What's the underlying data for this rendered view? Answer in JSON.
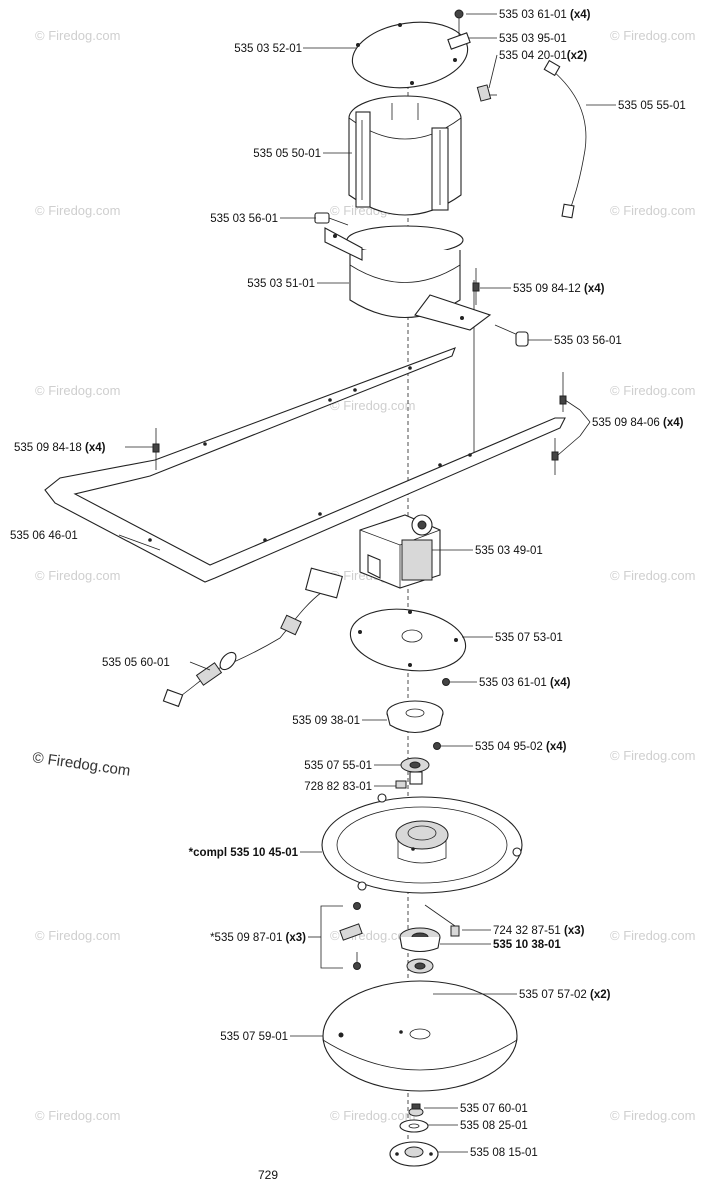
{
  "watermark": "© Firedog.com",
  "page_number": "729",
  "callouts": [
    {
      "id": "c1",
      "num": "535 03 61-01",
      "qty": "(x4)"
    },
    {
      "id": "c2",
      "num": "535 03 52-01",
      "qty": ""
    },
    {
      "id": "c3",
      "num": "535 03 95-01",
      "qty": ""
    },
    {
      "id": "c4",
      "num": "535 04 20-01",
      "qty": "(x2)"
    },
    {
      "id": "c5",
      "num": "535 05 55-01",
      "qty": ""
    },
    {
      "id": "c6",
      "num": "535 05 50-01",
      "qty": ""
    },
    {
      "id": "c7",
      "num": "535 03 56-01",
      "qty": ""
    },
    {
      "id": "c8",
      "num": "535 03 51-01",
      "qty": ""
    },
    {
      "id": "c9",
      "num": "535 09 84-12",
      "qty": "(x4)"
    },
    {
      "id": "c10",
      "num": "535 03 56-01",
      "qty": ""
    },
    {
      "id": "c11",
      "num": "535 09 84-18",
      "qty": "(x4)"
    },
    {
      "id": "c12",
      "num": "535 09 84-06",
      "qty": "(x4)"
    },
    {
      "id": "c13",
      "num": "535 06 46-01",
      "qty": ""
    },
    {
      "id": "c14",
      "num": "535 03 49-01",
      "qty": ""
    },
    {
      "id": "c15",
      "num": "535 07 53-01",
      "qty": ""
    },
    {
      "id": "c16",
      "num": "535 05 60-01",
      "qty": ""
    },
    {
      "id": "c17",
      "num": "535 03 61-01",
      "qty": "(x4)"
    },
    {
      "id": "c18",
      "num": "535 09 38-01",
      "qty": ""
    },
    {
      "id": "c19",
      "num": "535 04 95-02",
      "qty": "(x4)"
    },
    {
      "id": "c20",
      "num": "535 07 55-01",
      "qty": ""
    },
    {
      "id": "c21",
      "num": "728 82 83-01",
      "qty": ""
    },
    {
      "id": "c22",
      "num": "*compl 535 10 45-01",
      "qty": ""
    },
    {
      "id": "c23",
      "num": "724 32 87-51",
      "qty": "(x3)"
    },
    {
      "id": "c24",
      "num": "*535 09 87-01",
      "qty": "(x3)"
    },
    {
      "id": "c25",
      "num": "535 10 38-01",
      "qty": ""
    },
    {
      "id": "c26",
      "num": "535 07 57-02",
      "qty": "(x2)"
    },
    {
      "id": "c27",
      "num": "535 07 59-01",
      "qty": ""
    },
    {
      "id": "c28",
      "num": "535 07 60-01",
      "qty": ""
    },
    {
      "id": "c29",
      "num": "535 08 25-01",
      "qty": ""
    },
    {
      "id": "c30",
      "num": "535 08 15-01",
      "qty": ""
    }
  ]
}
